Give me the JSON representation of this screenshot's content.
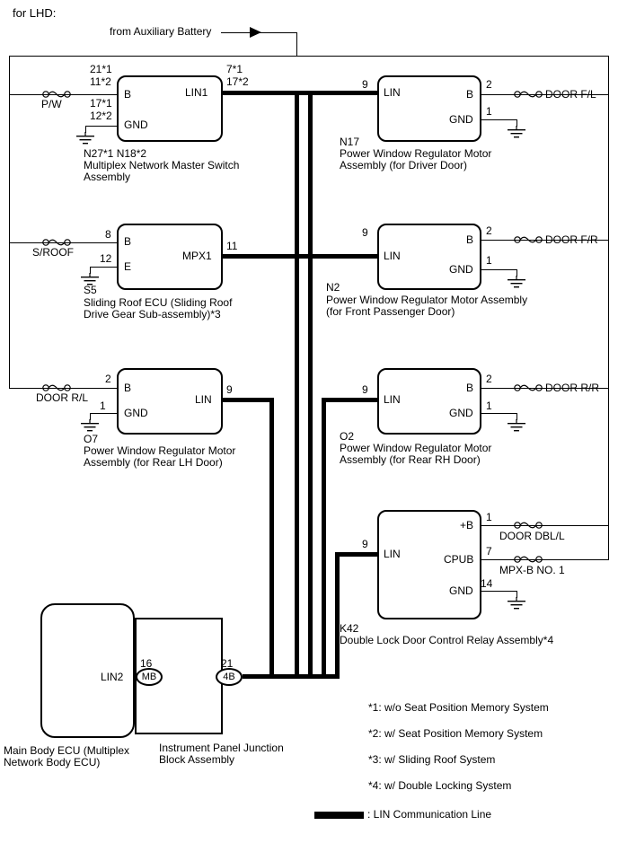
{
  "header": {
    "variant": "for LHD:",
    "battery_source": "from Auxiliary Battery"
  },
  "legend": {
    "label": ": LIN Communication Line",
    "bus_color": "#000000"
  },
  "notes": [
    "*1: w/o Seat Position Memory System",
    "*2: w/ Seat Position Memory System",
    "*3: w/ Sliding Roof System",
    "*4: w/ Double Locking System"
  ],
  "components": {
    "master_switch": {
      "code": "N27*1 N18*2",
      "name_line1": "Multiplex Network Master Switch",
      "name_line2": "Assembly",
      "pins": {
        "b": "B",
        "lin1": "LIN1",
        "gnd": "GND"
      },
      "pin_numbers": {
        "b_alt1": "21*1",
        "b_alt2": "11*2",
        "gnd_alt1": "17*1",
        "gnd_alt2": "12*2",
        "lin1_alt1": "7*1",
        "lin1_alt2": "17*2"
      },
      "supply": "P/W"
    },
    "driver_motor": {
      "code": "N17",
      "name_line1": "Power Window Regulator Motor",
      "name_line2": "Assembly (for Driver Door)",
      "pins": {
        "lin": "LIN",
        "b": "B",
        "gnd": "GND"
      },
      "pin_numbers": {
        "lin": "9",
        "b": "2",
        "gnd": "1"
      },
      "supply": "DOOR F/L"
    },
    "sliding_roof": {
      "code": "S5",
      "name_line1": "Sliding Roof ECU (Sliding Roof",
      "name_line2": "Drive Gear Sub-assembly)*3",
      "pins": {
        "b": "B",
        "e": "E",
        "mpx1": "MPX1"
      },
      "pin_numbers": {
        "b": "8",
        "e": "12",
        "mpx1": "11"
      },
      "supply": "S/ROOF"
    },
    "passenger_motor": {
      "code": "N2",
      "name_line1": "Power Window Regulator Motor Assembly",
      "name_line2": "(for Front Passenger Door)",
      "pins": {
        "lin": "LIN",
        "b": "B",
        "gnd": "GND"
      },
      "pin_numbers": {
        "lin": "9",
        "b": "2",
        "gnd": "1"
      },
      "supply": "DOOR F/R"
    },
    "rear_lh_motor": {
      "code": "O7",
      "name_line1": "Power Window Regulator Motor",
      "name_line2": "Assembly (for Rear LH Door)",
      "pins": {
        "b": "B",
        "gnd": "GND",
        "lin": "LIN"
      },
      "pin_numbers": {
        "b": "2",
        "gnd": "1",
        "lin": "9"
      },
      "supply": "DOOR R/L"
    },
    "rear_rh_motor": {
      "code": "O2",
      "name_line1": "Power Window Regulator Motor",
      "name_line2": "Assembly (for Rear RH Door)",
      "pins": {
        "lin": "LIN",
        "b": "B",
        "gnd": "GND"
      },
      "pin_numbers": {
        "lin": "9",
        "b": "2",
        "gnd": "1"
      },
      "supply": "DOOR R/R"
    },
    "double_lock_relay": {
      "code": "K42",
      "name_line1": "Double Lock Door Control Relay Assembly*4",
      "pins": {
        "lin": "LIN",
        "plus_b": "+B",
        "cpub": "CPUB",
        "gnd": "GND"
      },
      "pin_numbers": {
        "lin": "9",
        "plus_b": "1",
        "cpub": "7",
        "gnd": "14"
      },
      "supply_plus_b": "DOOR DBL/L",
      "supply_cpub": "MPX-B NO. 1"
    },
    "main_body_ecu": {
      "name_line1": "Main Body ECU (Multiplex",
      "name_line2": "Network Body ECU)",
      "pins": {
        "lin2": "LIN2"
      },
      "pin_numbers": {
        "lin2": "16"
      },
      "connector": "MB"
    },
    "junction_block": {
      "name_line1": "Instrument Panel Junction",
      "name_line2": "Block Assembly",
      "pin_numbers": {
        "out": "21"
      },
      "connector": "4B"
    }
  }
}
